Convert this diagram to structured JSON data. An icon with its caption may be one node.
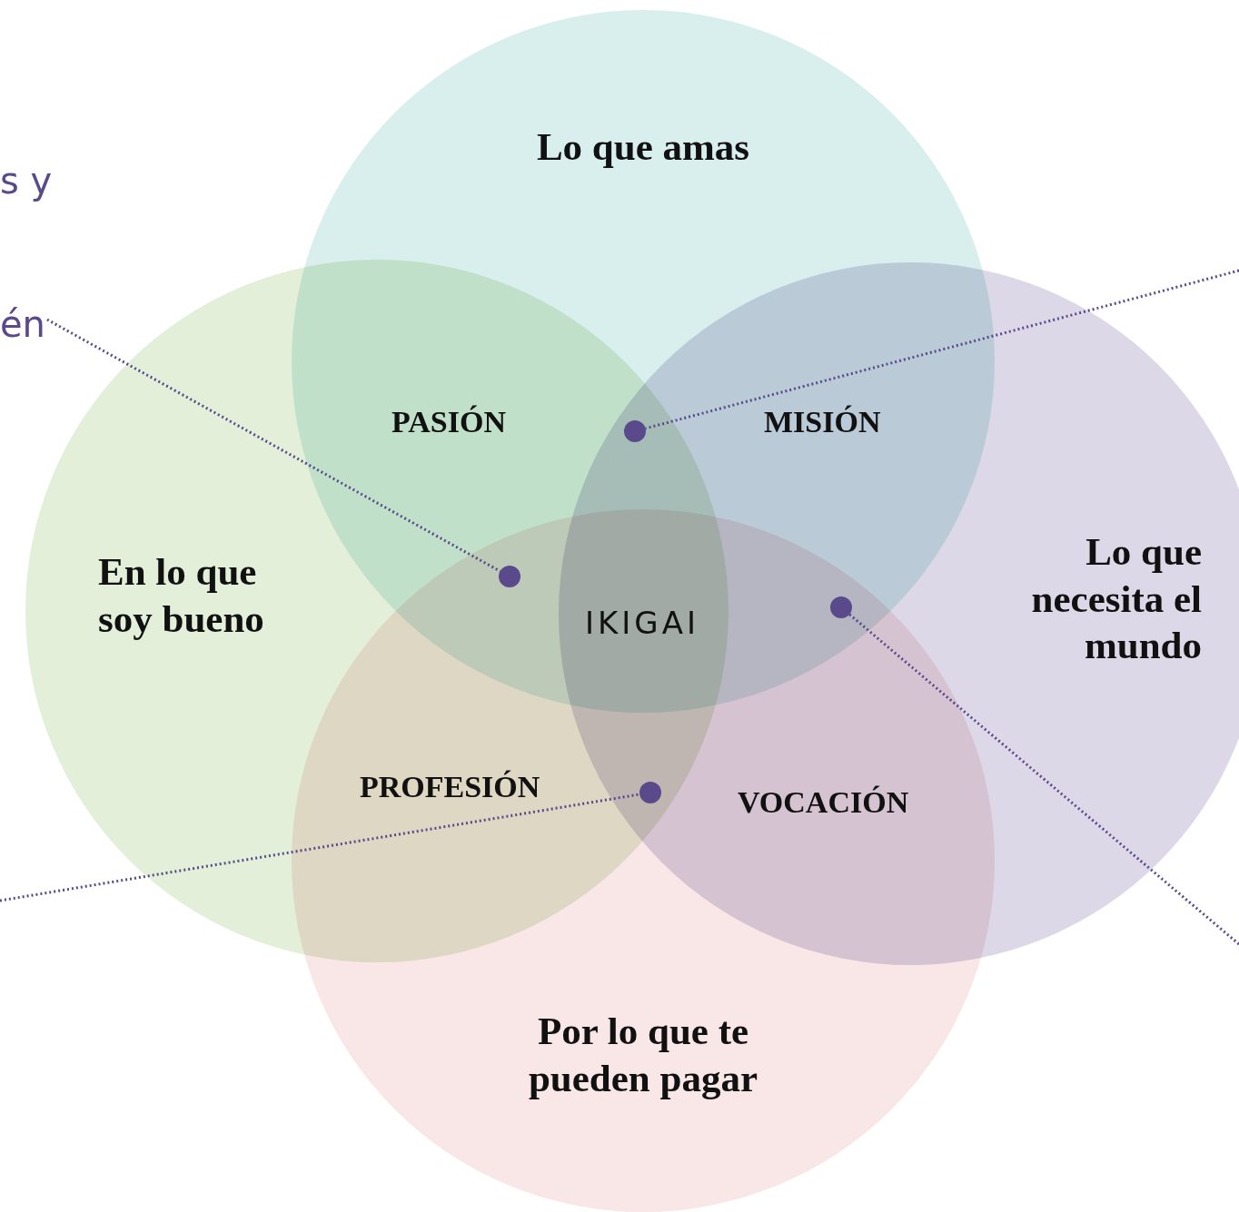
{
  "diagram": {
    "nodes": [
      {
        "text": [
          "Lo que amas"
        ]
      },
      {
        "text": [
          "én"
        ]
      },
      {
        "text": [
          "En lo que soy bueno"
        ]
      },
      {
        "text": [
          "Lo que necesita el mundo"
        ]
      },
      {
        "text": [
          "Por lo que te pueden pagar"
        ]
      },
      {
        "text": [],
        "shape": "circle"
      },
      {
        "text": [],
        "shape": "circle"
      },
      {
        "text": [],
        "shape": "circle"
      },
      {
        "text": [],
        "shape": "circle"
      }
    ],
    "edges": [
      {
        "from": 1,
        "to": 6,
        "arrow": "none"
      },
      {
        "from": null,
        "to": 5,
        "arrow": "none"
      },
      {
        "from": null,
        "to": 7,
        "arrow": "none"
      },
      {
        "from": null,
        "to": 8,
        "arrow": "none"
      }
    ],
    "labels": [
      "s y",
      "PASIÓN",
      "MISIÓN",
      "IKIGAI",
      "PROFESIÓN",
      "VOCACIÓN"
    ]
  }
}
